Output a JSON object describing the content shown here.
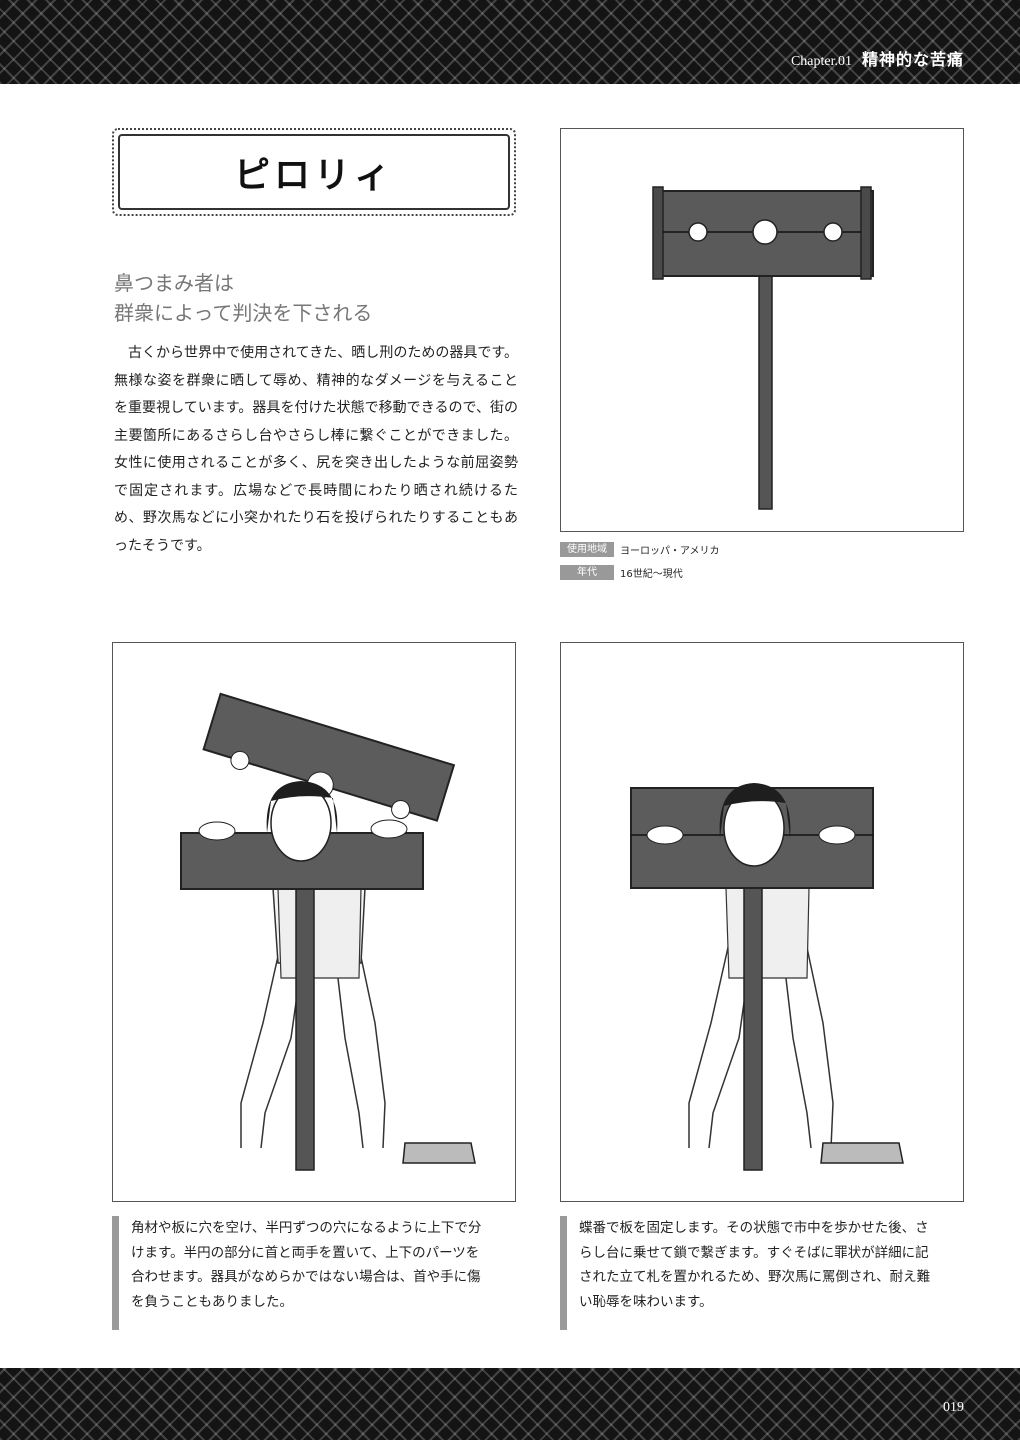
{
  "header": {
    "chapter": "Chapter.01",
    "chapter_title": "精神的な苦痛"
  },
  "title": "ピロリィ",
  "subtitle": [
    "鼻つまみ者は",
    "群衆によって判決を下される"
  ],
  "intro": "古くから世界中で使用されてきた、晒し刑のための器具です。無様な姿を群衆に晒して辱め、精神的なダメージを与えることを重要視しています。器具を付けた状態で移動できるので、街の主要箇所にあるさらし台やさらし棒に繋ぐことができました。女性に使用されることが多く、尻を突き出したような前屈姿勢で固定されます。広場などで長時間にわたり晒され続けるため、野次馬などに小突かれたり石を投げられたりすることもあったそうです。",
  "meta": {
    "region_label": "使用地域",
    "region_value": "ヨーロッパ・アメリカ",
    "era_label": "年代",
    "era_value": "16世紀〜現代"
  },
  "captions": {
    "left": "角材や板に穴を空け、半円ずつの穴になるように上下で分けます。半円の部分に首と両手を置いて、上下のパーツを合わせます。器具がなめらかではない場合は、首や手に傷を負うこともありました。",
    "right": "蝶番で板を固定します。その状態で市中を歩かせた後、さらし台に乗せて鎖で繋ぎます。すぐそばに罪状が詳細に記された立て札を置かれるため、野次馬に罵倒され、耐え難い恥辱を味わいます。"
  },
  "page_number": "019"
}
